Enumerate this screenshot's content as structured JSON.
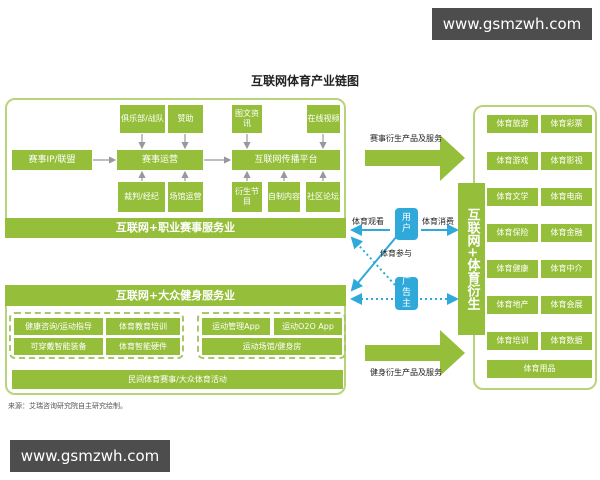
{
  "title": "互联网体育产业链图",
  "watermark": "www.gsmzwh.com",
  "pro": {
    "bar": "互联网+职业赛事服务业",
    "ip": "赛事IP/联盟",
    "ops": "赛事运营",
    "media": "互联网传播平台",
    "top": [
      "俱乐部/战队",
      "赞助",
      "图文资讯",
      "在线视频"
    ],
    "bottom": [
      "裁判/经纪",
      "场馆运营",
      "衍生节目",
      "自制内容",
      "社区论坛"
    ]
  },
  "mass": {
    "bar": "互联网+大众健身服务业",
    "left": [
      "健康咨询/运动指导",
      "体育教育培训",
      "可穿戴智能装备",
      "体育智能硬件"
    ],
    "right": [
      "运动管理App",
      "运动O2O App",
      "运动场馆/健身房"
    ],
    "bottom": "民间体育赛事/大众体育活动"
  },
  "source": "来源：艾瑞咨询研究院自主研究绘制。",
  "middle": {
    "arrow_top": "赛事衍生产品及服务",
    "arrow_bottom": "健身衍生产品及服务",
    "user": "用户",
    "advertiser": "广告主",
    "watch": "体育观看",
    "consume": "体育消费",
    "participate": "体育参与"
  },
  "derived": {
    "vertical": "互联网+体育衍生",
    "items": [
      "体育旅游",
      "体育彩票",
      "体育游戏",
      "体育影视",
      "体育文学",
      "体育电商",
      "体育保险",
      "体育金融",
      "体育健康",
      "体育中介",
      "体育地产",
      "体育会展",
      "体育培训",
      "体育数据"
    ],
    "last": "体育用品"
  },
  "colors": {
    "green": "#95bf3a",
    "blue": "#2ea9d9"
  }
}
